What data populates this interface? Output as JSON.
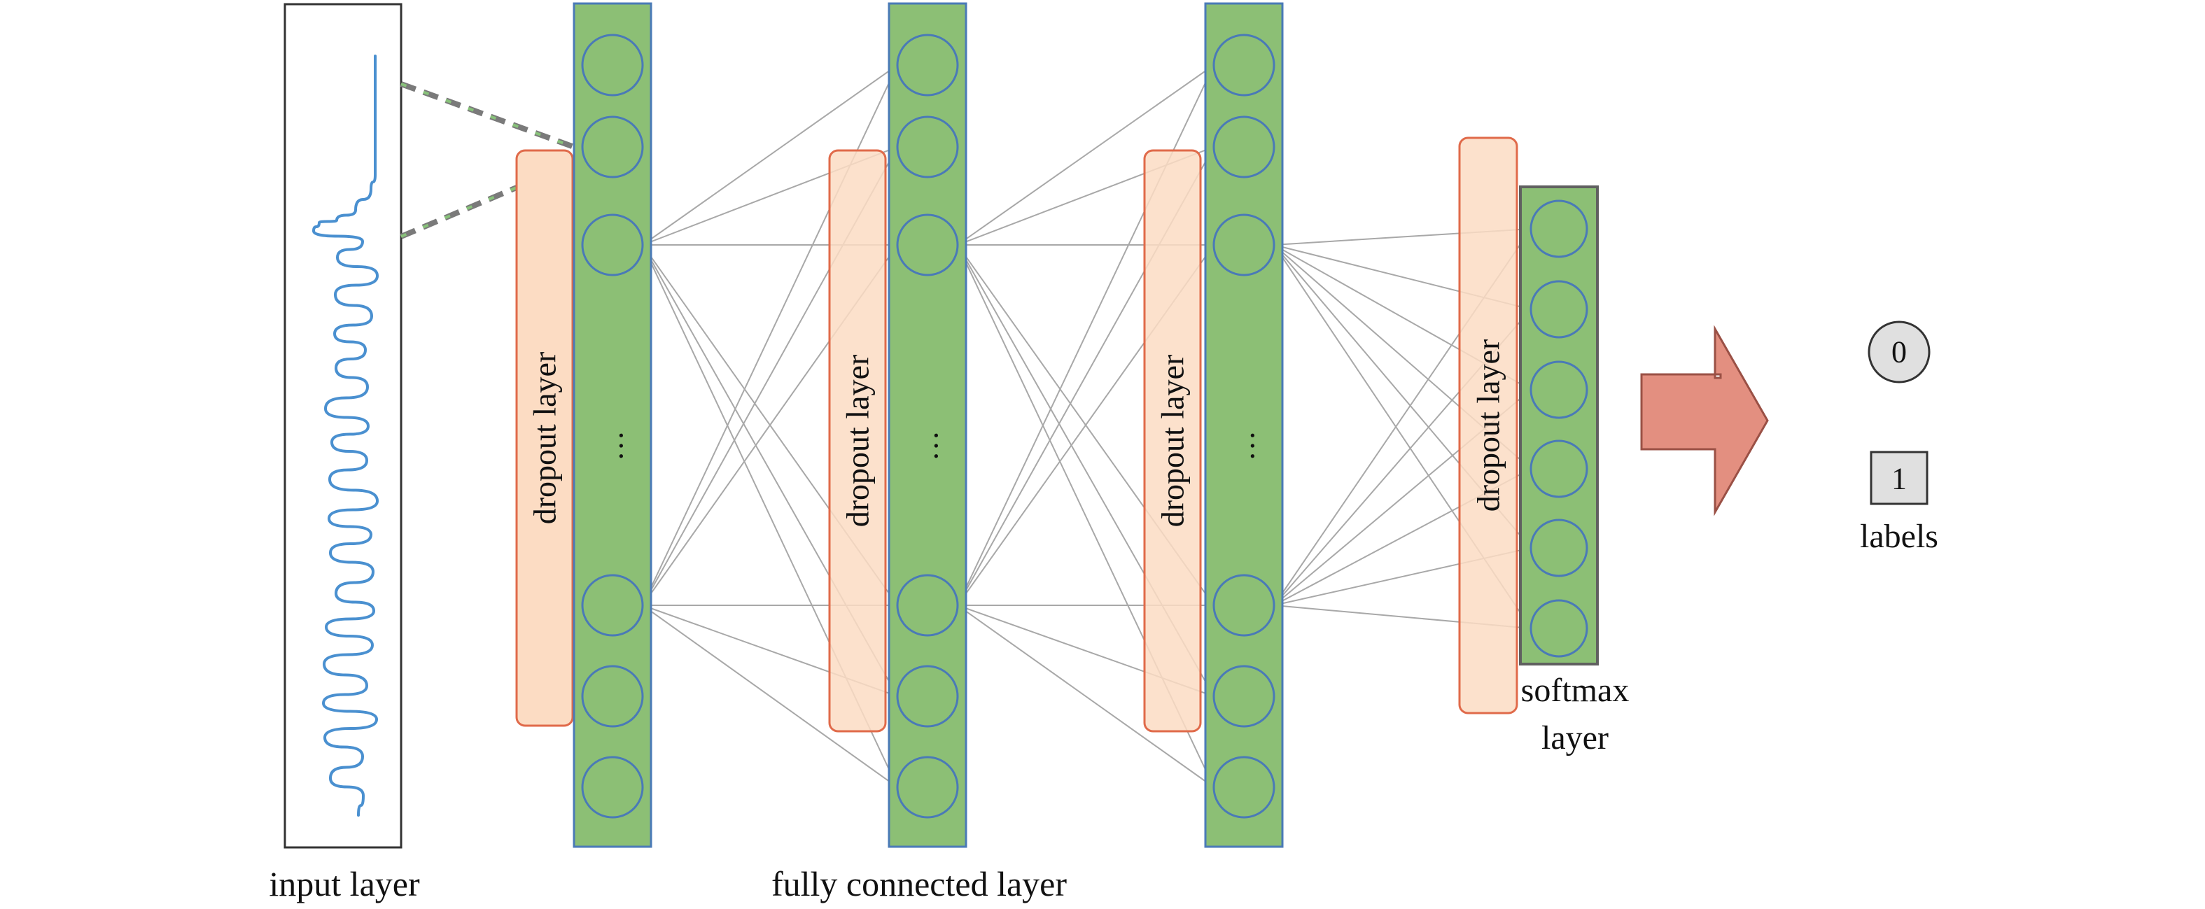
{
  "labels": {
    "input_layer": "input layer",
    "fully_connected_layer": "fully connected layer",
    "dropout_layer": "dropout layer",
    "softmax_line1": "softmax",
    "softmax_line2": "layer",
    "ellipsis": "…",
    "labels_caption": "labels",
    "class_0": "0",
    "class_1": "1"
  },
  "colors": {
    "neuron_fill": "#8cbf75",
    "neuron_stroke": "#4a7ab7",
    "column_fill": "#8cbf75",
    "column_stroke": "#4a7ab7",
    "dropout_fill": "#fcdcc3",
    "dropout_stroke": "#e06a4a",
    "signal": "#4a90d0",
    "connection": "#a8a8a8",
    "arrow": "#e38f80",
    "label_circle": "#e0e0e0"
  },
  "icons": {
    "output_arrow": "right-arrow-icon",
    "class_0_marker": "circle",
    "class_1_marker": "square"
  }
}
